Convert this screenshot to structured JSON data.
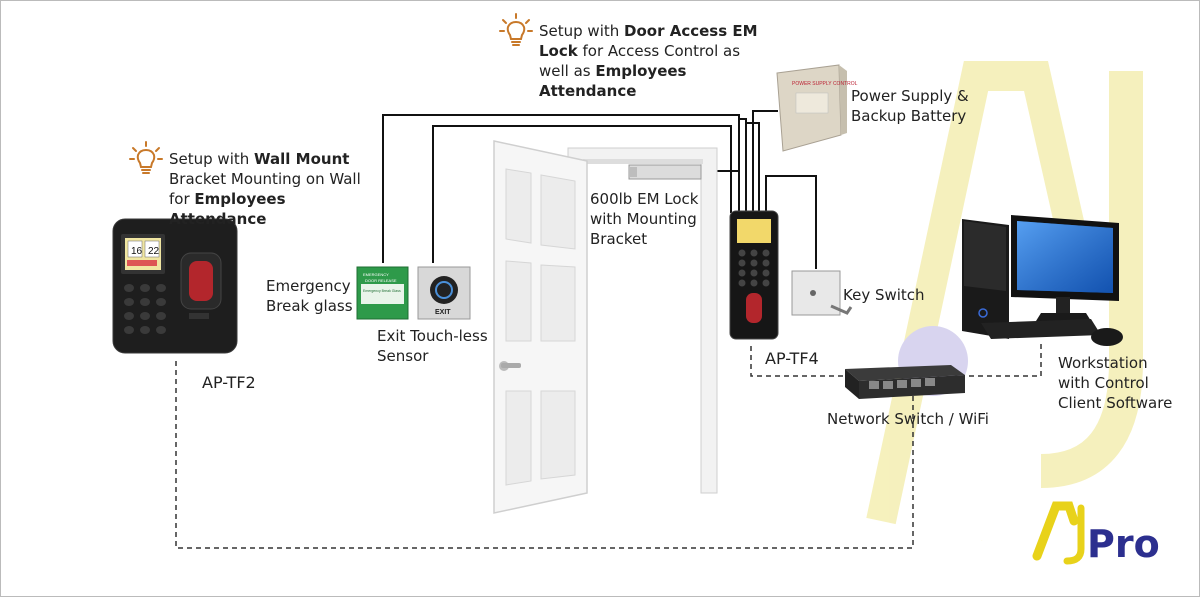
{
  "setup_door": {
    "pre": "Setup with ",
    "bold1": "Door Access EM",
    "bold2": "Lock",
    "mid": " for Access Control as",
    "line3": "well as ",
    "bold3": "Employees",
    "bold4": "Attendance"
  },
  "setup_wall": {
    "pre": "Setup with ",
    "bold1": "Wall Mount",
    "line2": "Bracket Mounting on Wall",
    "line3": "for ",
    "bold2": "Employees Attendance"
  },
  "labels": {
    "power_supply_1": "Power Supply &",
    "power_supply_2": "Backup Battery",
    "em_lock_1": "600lb EM Lock",
    "em_lock_2": "with Mounting",
    "em_lock_3": "Bracket",
    "emergency_1": "Emergency",
    "emergency_2": "Break glass",
    "exit_sensor_1": "Exit Touch-less",
    "exit_sensor_2": "Sensor",
    "key_switch": "Key Switch",
    "ap_tf2": "AP-TF2",
    "ap_tf4": "AP-TF4",
    "network_switch": "Network Switch / WiFi",
    "workstation_1": "Workstation",
    "workstation_2": "with Control",
    "workstation_3": "Client Software"
  },
  "device_text": {
    "clock_h": "16",
    "clock_m": "22",
    "exit_button": "EXIT",
    "break_glass_top": "EMERGENCY",
    "break_glass_sub": "DOOR RELEASE",
    "break_glass_mid": "Emergency Break Glass",
    "power_box": "POWER SUPPLY CONTROL"
  },
  "brand": {
    "logo_text": "AJPro",
    "watermark": "AJ"
  },
  "colors": {
    "bulb": "#c8792a",
    "watermark": "#f6f0b8",
    "logo_yellow": "#e8d21a",
    "logo_blue": "#2c2f8f",
    "switch_glow": "#d6d2ee"
  }
}
